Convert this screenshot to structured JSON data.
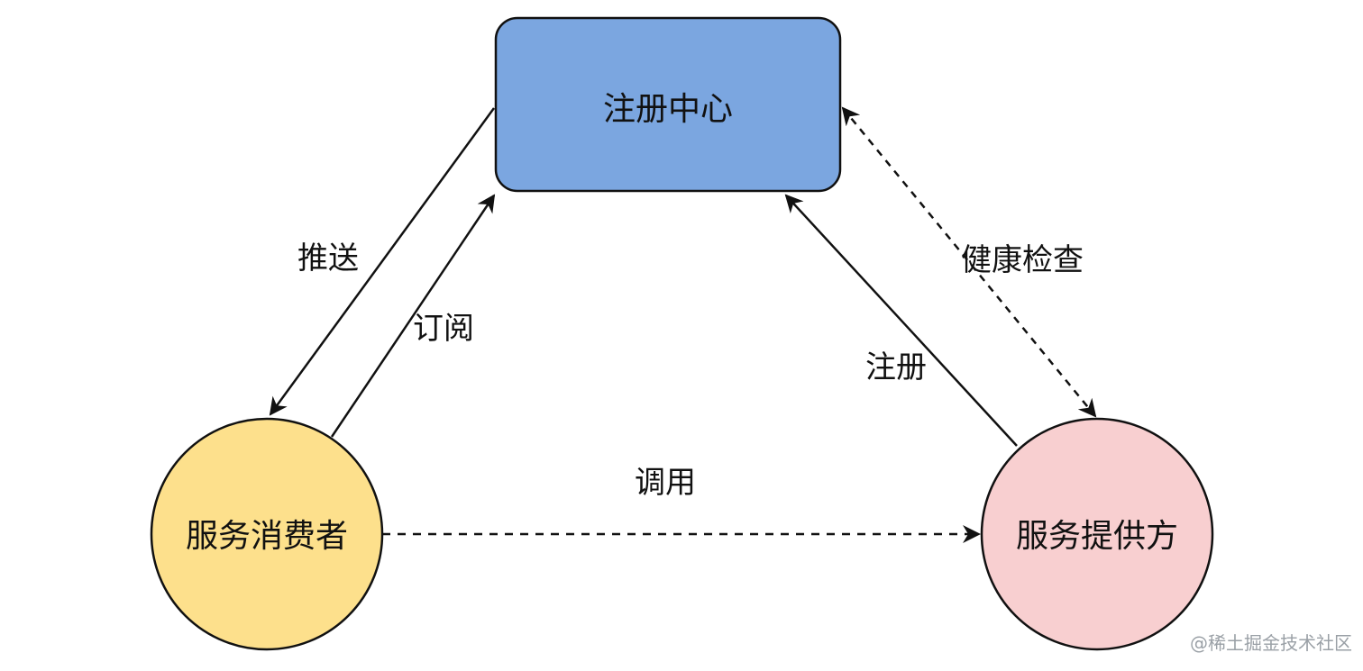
{
  "nodes": {
    "registry": {
      "label": "注册中心",
      "color": "#7ba6e0"
    },
    "consumer": {
      "label": "服务消费者",
      "color": "#fde08c"
    },
    "provider": {
      "label": "服务提供方",
      "color": "#f8cfd0"
    }
  },
  "edges": {
    "push": {
      "label": "推送"
    },
    "subscribe": {
      "label": "订阅"
    },
    "register": {
      "label": "注册"
    },
    "health_check": {
      "label": "健康检查"
    },
    "invoke": {
      "label": "调用"
    }
  },
  "watermark": "@稀土掘金技术社区",
  "colors": {
    "stroke": "#111111"
  }
}
